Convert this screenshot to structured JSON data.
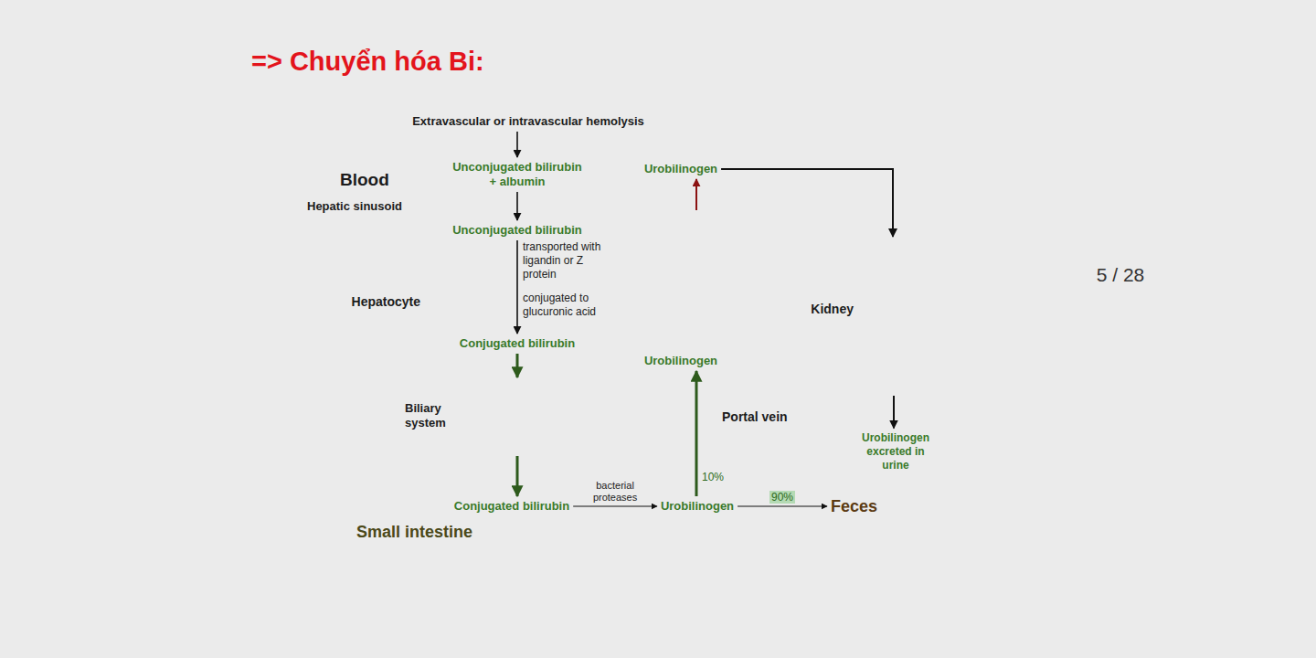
{
  "diagram": {
    "title": "=> Chuyển hóa Bi:",
    "nodes": [
      {
        "text": [
          "Blood"
        ]
      },
      {
        "text": [
          "Extravascular or intravascular hemolysis"
        ],
        "in": 0
      },
      {
        "text": [
          "Unconjugated bilirubin + albumin"
        ],
        "in": 0
      },
      {
        "text": [
          "Urobilinogen"
        ],
        "in": 0
      },
      {
        "text": [
          "Hepatocyte"
        ]
      },
      {
        "text": [
          "Unconjugated bilirubin"
        ],
        "in": 4
      },
      {
        "text": [
          "Conjugated bilirubin"
        ],
        "in": 4
      },
      {
        "text": [
          "Urobilinogen"
        ],
        "in": 4
      },
      {
        "text": [
          "Biliary system"
        ]
      },
      {
        "text": [
          "Kidney"
        ]
      },
      {
        "text": [
          "Urobilinogen excreted in urine"
        ]
      },
      {
        "text": [
          "Portal vein"
        ]
      },
      {
        "text": [
          "Small intestine"
        ]
      },
      {
        "text": [
          "Conjugated bilirubin"
        ],
        "in": 12
      },
      {
        "text": [
          "Urobilinogen"
        ],
        "in": 12
      },
      {
        "text": [
          "Feces"
        ]
      }
    ],
    "edges": [
      {
        "from": 1,
        "to": 2,
        "arrow": "to"
      },
      {
        "from": 2,
        "to": 5,
        "arrow": "to"
      },
      {
        "from": 5,
        "to": 6,
        "arrow": "to"
      },
      {
        "from": 6,
        "to": 8,
        "arrow": "to"
      },
      {
        "from": 8,
        "to": 13,
        "arrow": "to"
      },
      {
        "from": 13,
        "to": 14,
        "label": "bacterial proteases",
        "arrow": "to"
      },
      {
        "from": 14,
        "to": 15,
        "label": "90%",
        "arrow": "to"
      },
      {
        "from": 14,
        "to": 7,
        "label": "10%",
        "arrow": "to"
      },
      {
        "from": 4,
        "to": 3,
        "arrow": "to"
      },
      {
        "from": 3,
        "to": 9,
        "arrow": "to"
      },
      {
        "from": 9,
        "to": 10,
        "arrow": "to"
      }
    ],
    "labels": [
      "Hepatic sinusoid",
      "transported with ligandin or Z protein",
      "conjugated to glucuronic acid",
      "5 / 28"
    ]
  }
}
